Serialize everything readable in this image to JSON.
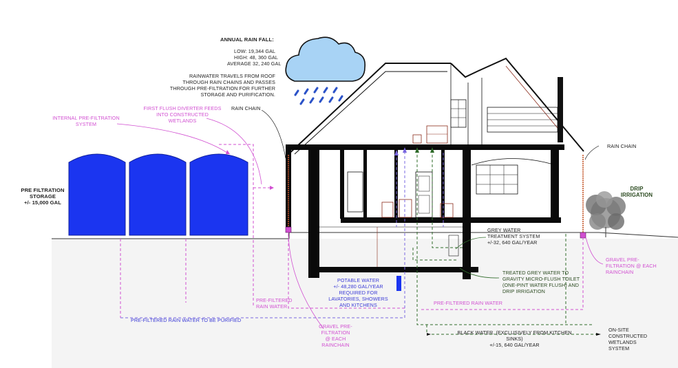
{
  "annual_rainfall": {
    "title": "ANNUAL RAIN FALL:",
    "low": "LOW: 19,344 GAL",
    "high": "HIGH: 48, 360 GAL",
    "average": "AVERAGE 32, 240 GAL"
  },
  "rainwater_note": {
    "line1": "RAINWATER TRAVELS FROM ROOF",
    "line2": "THROUGH RAIN CHAINS AND PASSES",
    "line3": "THROUGH PRE-FILTRATION FOR FURTHER",
    "line4": "STORAGE AND PURIFICATION."
  },
  "labels": {
    "rain_chain_left": "RAIN CHAIN",
    "rain_chain_right": "RAIN CHAIN",
    "first_flush_1": "FIRST FLUSH DIVERTER FEEDS",
    "first_flush_2": "INTO CONSTRUCTED",
    "first_flush_3": "WETLANDS",
    "internal_prefilt_1": "INTERNAL PRE-FILTRATION",
    "internal_prefilt_2": "SYSTEM",
    "storage_1": "PRE FILTRATION",
    "storage_2": "STORAGE",
    "storage_3": "+/-  15,000 GAL",
    "drip_1": "DRIP",
    "drip_2": "IRRIGATION",
    "gravel_right_1": "GRAVEL PRE-",
    "gravel_right_2": "FILTRATION @ EACH",
    "gravel_right_3": "RAINCHAIN",
    "grey_1": "GREY WATER",
    "grey_2": "TREATMENT SYSTEM",
    "grey_3": "+/-32, 640 GAL/YEAR",
    "treated_1": "TREATED GREY WATER TO",
    "treated_2": "GRAVITY MICRO-FLUSH TOILET",
    "treated_3": "(ONE-PINT WATER FLUSH) AND",
    "treated_4": "DRIP IRRIGATION",
    "potable_1": "POTABLE WATER",
    "potable_2": "+/- 48,280 GAL/YEAR",
    "potable_3": "REQUIRED FOR",
    "potable_4": "LAVATORIES, SHOWERS",
    "potable_5": "AND KITCHENS",
    "prefiltered_left_1": "PRE-FILTERED",
    "prefiltered_left_2": "RAIN WATER",
    "prefiltered_right": "PRE-FILTERED RAIN WATER",
    "to_be_purified": "PRE-FILTERED RAIN WATER TO BE PURIFIED",
    "gravel_left_1": "GRAVEL PRE-",
    "gravel_left_2": "FILTRATION",
    "gravel_left_3": "@ EACH",
    "gravel_left_4": "RAINCHAIN",
    "black_water_1": "BLACK WATER. (exclusively from kitchen sinks)",
    "black_water_2": "+/-15, 640 GAL/YEAR",
    "wetlands_1": "ON-SITE",
    "wetlands_2": "CONSTRUCTED",
    "wetlands_3": "WETLANDS",
    "wetlands_4": "SYSTEM"
  },
  "colors": {
    "tank_blue": "#1b35f0",
    "cloud_blue": "#a8d3f5",
    "rain_blue": "#2b52c8",
    "pink_line": "#d14fd1",
    "purple_line": "#7a68e0",
    "green_line": "#2f6b2a",
    "wall_black": "#0a0a0a"
  }
}
